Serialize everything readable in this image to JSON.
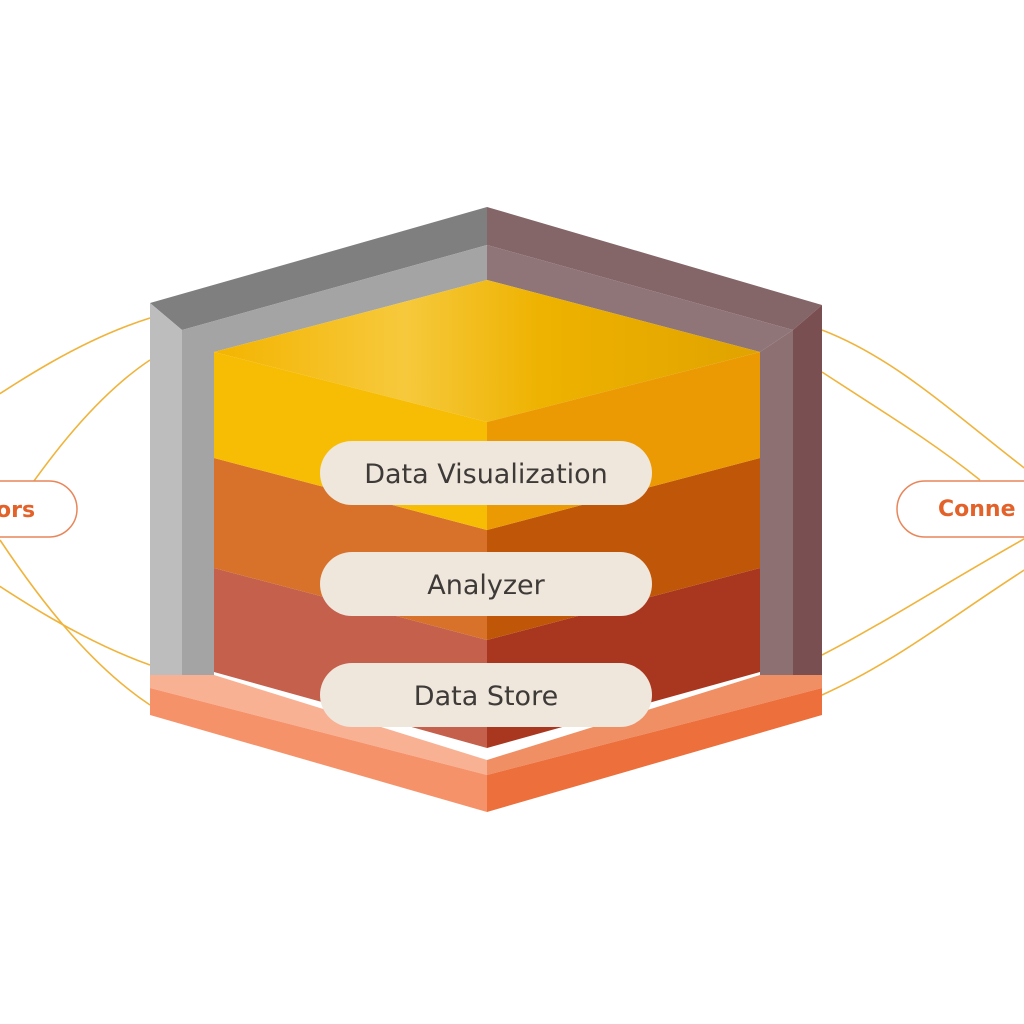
{
  "diagram": {
    "layers": [
      {
        "label": "Data Visualization"
      },
      {
        "label": "Analyzer"
      },
      {
        "label": "Data Store"
      }
    ],
    "side_labels": {
      "left": "ors",
      "right": "Conne"
    }
  },
  "colors": {
    "frame_left": "#b4b4b4",
    "frame_top_left": "#8a8a8a",
    "frame_top_right": "#8a6e70",
    "frame_right": "#7c5255",
    "base_left": "#f6926a",
    "base_right": "#ec6f3c",
    "viz_left": "#f7bd05",
    "viz_right": "#ec9a03",
    "analyzer_left": "#d8722a",
    "analyzer_right": "#c05608",
    "store_left": "#c4604c",
    "store_right": "#a9371f",
    "pill_fill": "#efe6dc",
    "pill_text": "#3d3a38",
    "accent": "#e2622a",
    "connector_line": "#f0b43c"
  }
}
